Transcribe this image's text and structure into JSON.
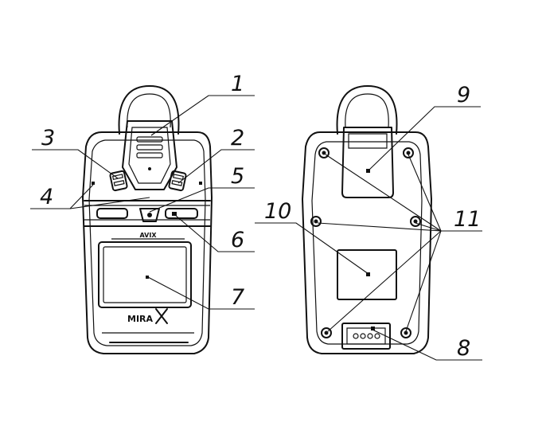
{
  "diagram": {
    "front_view": {
      "brand_label": "MIRA",
      "model_label": "AVIX"
    },
    "callouts": [
      {
        "id": "c1",
        "label": "1"
      },
      {
        "id": "c2",
        "label": "2"
      },
      {
        "id": "c3",
        "label": "3"
      },
      {
        "id": "c4",
        "label": "4"
      },
      {
        "id": "c5",
        "label": "5"
      },
      {
        "id": "c6",
        "label": "6"
      },
      {
        "id": "c7",
        "label": "7"
      },
      {
        "id": "c8",
        "label": "8"
      },
      {
        "id": "c9",
        "label": "9"
      },
      {
        "id": "c10",
        "label": "10"
      },
      {
        "id": "c11",
        "label": "11"
      }
    ],
    "stroke_color": "#111111",
    "background_color": "#ffffff"
  }
}
